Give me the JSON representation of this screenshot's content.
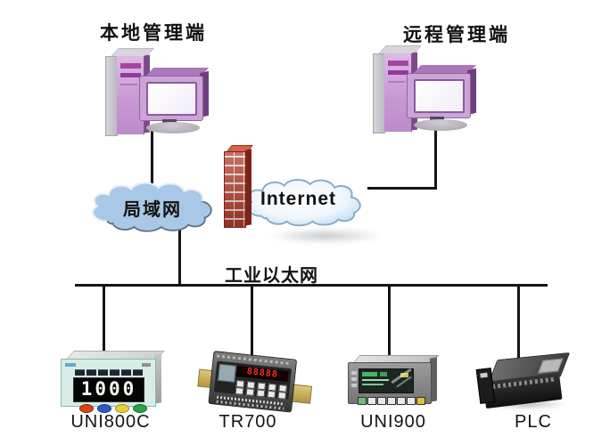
{
  "nodes": {
    "local_manager": "本地管理端",
    "remote_manager": "远程管理端",
    "lan": "局域网",
    "internet": "Internet",
    "ethernet_bus": "工业以太网"
  },
  "devices": [
    {
      "label": "UNI800C",
      "display": "1000"
    },
    {
      "label": "TR700",
      "display": "88888"
    },
    {
      "label": "UNI900"
    },
    {
      "label": "PLC"
    }
  ],
  "palette": {
    "line_black": "#151515",
    "computer_purple": "#c998d3",
    "lan_cloud_blue": "#a9c8e7",
    "internet_cloud_edge": "#cde4f5",
    "firewall_red": "#b23a2a",
    "uni800c_panel": "#d8ece7",
    "din_rail_tan": "#c9b25f",
    "uni800c_buttons": [
      "#d84415",
      "#2f58c4",
      "#e8cc38",
      "#2aa34c"
    ]
  }
}
